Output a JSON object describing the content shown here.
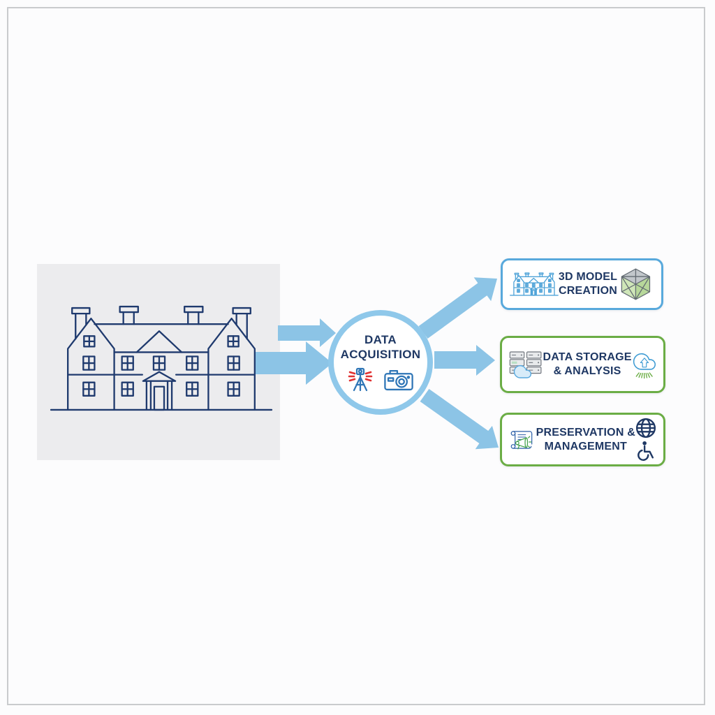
{
  "page": {
    "background": "#fcfcfd",
    "frame_color": "#c9cbcd"
  },
  "source": {
    "icon": "heritage-building-line-art-icon",
    "backdrop_color": "#ececee",
    "line_color": "#1f3a6e"
  },
  "hub": {
    "title_line1": "DATA",
    "title_line2": "ACQUISITION",
    "ring_color": "#8fc8ea",
    "text_color": "#1f3864",
    "icons": [
      "laser-scanner-icon",
      "camera-icon"
    ],
    "scanner_ray_color": "#e03131",
    "icon_color": "#2e75b6"
  },
  "arrows": {
    "color": "#8cc4e6",
    "items": [
      "building-to-hub-upper-arrow",
      "building-to-hub-lower-arrow",
      "hub-to-3d-model-arrow",
      "hub-to-data-storage-arrow",
      "hub-to-preservation-arrow"
    ]
  },
  "outputs": [
    {
      "label_line1": "3D MODEL",
      "label_line2": "CREATION",
      "border_color": "#58a9dc",
      "left_icon": "building-wireframe-icon",
      "right_icon": "mesh-cube-icon"
    },
    {
      "label_line1": "DATA STORAGE",
      "label_line2": "& ANALYSIS",
      "border_color": "#6bad45",
      "left_icon": "server-rack-cloud-icon",
      "right_icon": "cloud-upload-icon"
    },
    {
      "label_line1": "PRESERVATION &",
      "label_line2": "MANAGEMENT",
      "border_color": "#6bad45",
      "left_icon": "scroll-megaphone-icon",
      "right_icon": "globe-accessibility-icon"
    }
  ],
  "colors": {
    "navy_text": "#1f3864",
    "green_accent": "#6bad45",
    "blue_accent": "#58a9dc",
    "cube_green": "#b7d89a",
    "cube_gray": "#c2c7cb"
  }
}
